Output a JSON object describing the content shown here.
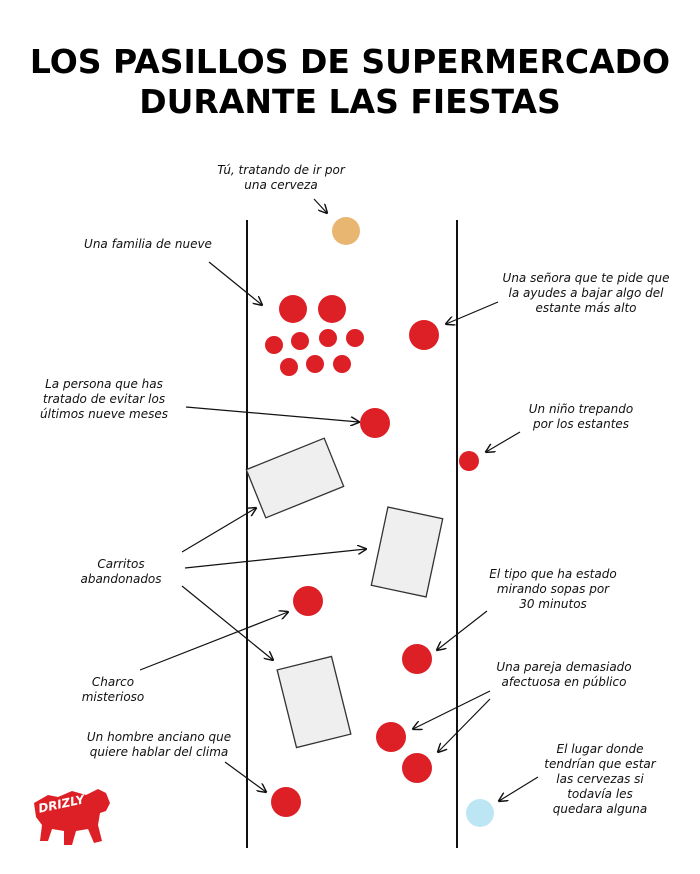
{
  "title": {
    "line1": "LOS PASILLOS DE SUPERMERCADO",
    "line2": "DURANTE LAS FIESTAS"
  },
  "labels": {
    "tu": "Tú, tratando de ir por\nuna cerveza",
    "familia": "Una familia de nueve",
    "senora": "Una señora que te pide que\nla ayudes a bajar algo del\nestante más alto",
    "persona": "La persona que has\ntratado de evitar los\núltimos nueve meses",
    "nino": "Un niño trepando\npor los estantes",
    "carritos": "Carritos\nabandonados",
    "sopas": "El tipo que ha estado\nmirando sopas por\n30 minutos",
    "charco": "Charco\nmisterioso",
    "pareja": "Una pareja demasiado\nafectuosa en público",
    "hombre": "Un hombre anciano que\nquiere hablar del clima",
    "lugar": "El lugar donde\ntendrían que estar\nlas cervezas si\ntodavía les\nquedara alguna"
  },
  "logo": {
    "text": "DRIZLY"
  },
  "colors": {
    "red": "#dd1f26",
    "orange": "#e8b670",
    "blue": "#bde6f5",
    "cart_fill": "#efefef",
    "cart_stroke": "#333333",
    "line": "#111111"
  }
}
